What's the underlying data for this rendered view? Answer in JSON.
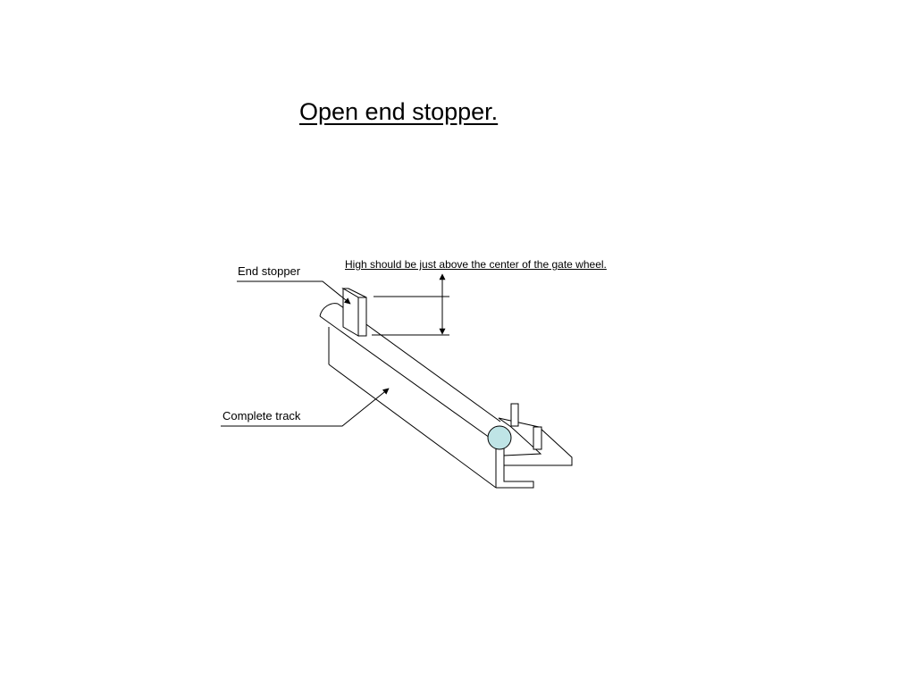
{
  "slide": {
    "title": "Open end stopper."
  },
  "diagram": {
    "labels": {
      "end_stopper": "End stopper",
      "complete_track": "Complete track",
      "height_note": "High should be just above the center of the gate wheel."
    },
    "colors": {
      "line": "#000000",
      "gate_wheel_fill": "#bfe4e6",
      "background": "#ffffff"
    }
  }
}
